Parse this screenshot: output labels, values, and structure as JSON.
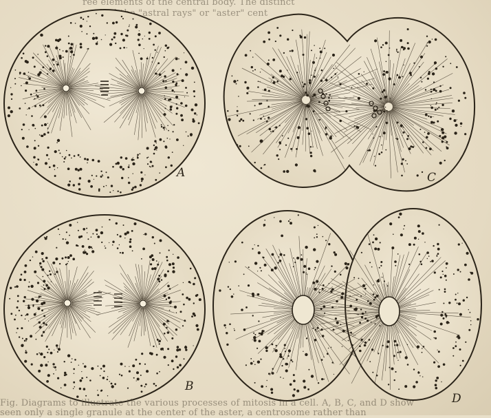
{
  "page_text": {
    "top_line_1": "ree elements of the central body. The distinct",
    "top_line_2": "called the \"astral rays\" or \"aster\" cent",
    "bottom_line_1": "Fig. Diagrams to illustrate the various processes of mitosis in a cell. A, B, C, and D show",
    "bottom_line_2": "seen only a single granule at the center of the aster, a centrosome rather than"
  },
  "figure_labels": {
    "a": "A",
    "b": "B",
    "c": "C",
    "d": "D"
  },
  "colors": {
    "paper": "#e8dfc9",
    "ink": "#2b2419",
    "cell_fill": "#ece3cd"
  }
}
